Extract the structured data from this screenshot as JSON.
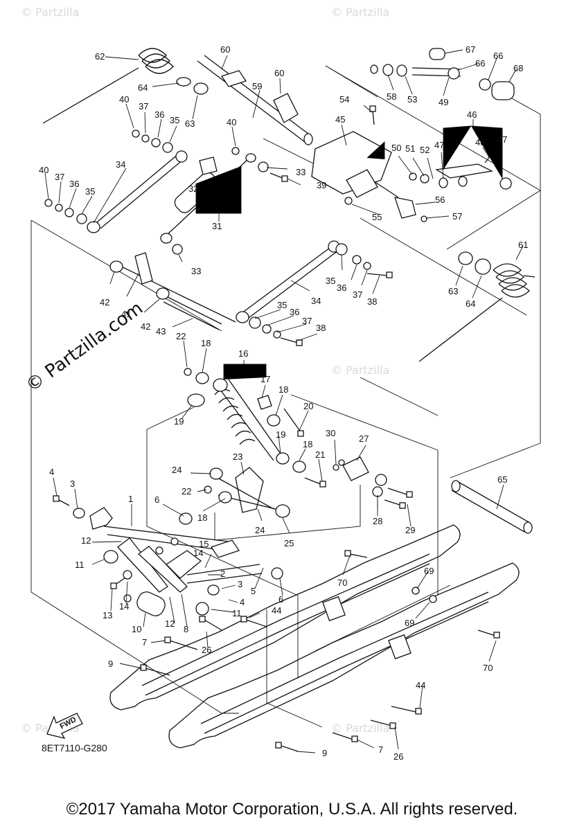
{
  "copyright": "©2017 Yamaha Motor Corporation, U.S.A. All rights reserved.",
  "diagram_code": "8ET7110-G280",
  "watermark": "© Partzilla",
  "watermark_main": "© Partzilla.com",
  "fwd_label": "FWD",
  "callouts": [
    {
      "id": "1",
      "label": "1"
    },
    {
      "id": "2",
      "label": "2"
    },
    {
      "id": "3a",
      "label": "3"
    },
    {
      "id": "3b",
      "label": "3"
    },
    {
      "id": "4a",
      "label": "4"
    },
    {
      "id": "4b",
      "label": "4"
    },
    {
      "id": "5",
      "label": "5"
    },
    {
      "id": "6a",
      "label": "6"
    },
    {
      "id": "6b",
      "label": "6"
    },
    {
      "id": "7a",
      "label": "7"
    },
    {
      "id": "7b",
      "label": "7"
    },
    {
      "id": "8",
      "label": "8"
    },
    {
      "id": "9a",
      "label": "9"
    },
    {
      "id": "9b",
      "label": "9"
    },
    {
      "id": "10",
      "label": "10"
    },
    {
      "id": "11a",
      "label": "11"
    },
    {
      "id": "11b",
      "label": "11"
    },
    {
      "id": "12a",
      "label": "12"
    },
    {
      "id": "12b",
      "label": "12"
    },
    {
      "id": "13",
      "label": "13"
    },
    {
      "id": "14a",
      "label": "14"
    },
    {
      "id": "14b",
      "label": "14"
    },
    {
      "id": "15",
      "label": "15"
    },
    {
      "id": "16",
      "label": "16"
    },
    {
      "id": "17",
      "label": "17"
    },
    {
      "id": "18a",
      "label": "18"
    },
    {
      "id": "18b",
      "label": "18"
    },
    {
      "id": "18c",
      "label": "18"
    },
    {
      "id": "18d",
      "label": "18"
    },
    {
      "id": "19a",
      "label": "19"
    },
    {
      "id": "19b",
      "label": "19"
    },
    {
      "id": "20",
      "label": "20"
    },
    {
      "id": "21",
      "label": "21"
    },
    {
      "id": "22a",
      "label": "22"
    },
    {
      "id": "22b",
      "label": "22"
    },
    {
      "id": "23",
      "label": "23"
    },
    {
      "id": "24a",
      "label": "24"
    },
    {
      "id": "24b",
      "label": "24"
    },
    {
      "id": "25",
      "label": "25"
    },
    {
      "id": "26a",
      "label": "26"
    },
    {
      "id": "26b",
      "label": "26"
    },
    {
      "id": "27",
      "label": "27"
    },
    {
      "id": "28",
      "label": "28"
    },
    {
      "id": "29",
      "label": "29"
    },
    {
      "id": "30",
      "label": "30"
    },
    {
      "id": "31",
      "label": "31"
    },
    {
      "id": "32",
      "label": "32"
    },
    {
      "id": "33a",
      "label": "33"
    },
    {
      "id": "33b",
      "label": "33"
    },
    {
      "id": "34a",
      "label": "34"
    },
    {
      "id": "34b",
      "label": "34"
    },
    {
      "id": "35a",
      "label": "35"
    },
    {
      "id": "35b",
      "label": "35"
    },
    {
      "id": "35c",
      "label": "35"
    },
    {
      "id": "35d",
      "label": "35"
    },
    {
      "id": "36a",
      "label": "36"
    },
    {
      "id": "36b",
      "label": "36"
    },
    {
      "id": "36c",
      "label": "36"
    },
    {
      "id": "36d",
      "label": "36"
    },
    {
      "id": "37a",
      "label": "37"
    },
    {
      "id": "37b",
      "label": "37"
    },
    {
      "id": "37c",
      "label": "37"
    },
    {
      "id": "37d",
      "label": "37"
    },
    {
      "id": "38a",
      "label": "38"
    },
    {
      "id": "38b",
      "label": "38"
    },
    {
      "id": "39",
      "label": "39"
    },
    {
      "id": "40a",
      "label": "40"
    },
    {
      "id": "40b",
      "label": "40"
    },
    {
      "id": "40c",
      "label": "40"
    },
    {
      "id": "41",
      "label": "41"
    },
    {
      "id": "42a",
      "label": "42"
    },
    {
      "id": "42b",
      "label": "42"
    },
    {
      "id": "43",
      "label": "43"
    },
    {
      "id": "44a",
      "label": "44"
    },
    {
      "id": "44b",
      "label": "44"
    },
    {
      "id": "45",
      "label": "45"
    },
    {
      "id": "46",
      "label": "46"
    },
    {
      "id": "47a",
      "label": "47"
    },
    {
      "id": "47b",
      "label": "47"
    },
    {
      "id": "48",
      "label": "48"
    },
    {
      "id": "49",
      "label": "49"
    },
    {
      "id": "50",
      "label": "50"
    },
    {
      "id": "51",
      "label": "51"
    },
    {
      "id": "52",
      "label": "52"
    },
    {
      "id": "53",
      "label": "53"
    },
    {
      "id": "54",
      "label": "54"
    },
    {
      "id": "55",
      "label": "55"
    },
    {
      "id": "56",
      "label": "56"
    },
    {
      "id": "57",
      "label": "57"
    },
    {
      "id": "58",
      "label": "58"
    },
    {
      "id": "59",
      "label": "59"
    },
    {
      "id": "60a",
      "label": "60"
    },
    {
      "id": "60b",
      "label": "60"
    },
    {
      "id": "61",
      "label": "61"
    },
    {
      "id": "62",
      "label": "62"
    },
    {
      "id": "63a",
      "label": "63"
    },
    {
      "id": "63b",
      "label": "63"
    },
    {
      "id": "64a",
      "label": "64"
    },
    {
      "id": "64b",
      "label": "64"
    },
    {
      "id": "65",
      "label": "65"
    },
    {
      "id": "66a",
      "label": "66"
    },
    {
      "id": "66b",
      "label": "66"
    },
    {
      "id": "67",
      "label": "67"
    },
    {
      "id": "68",
      "label": "68"
    },
    {
      "id": "69a",
      "label": "69"
    },
    {
      "id": "69b",
      "label": "69"
    },
    {
      "id": "70a",
      "label": "70"
    },
    {
      "id": "70b",
      "label": "70"
    }
  ]
}
